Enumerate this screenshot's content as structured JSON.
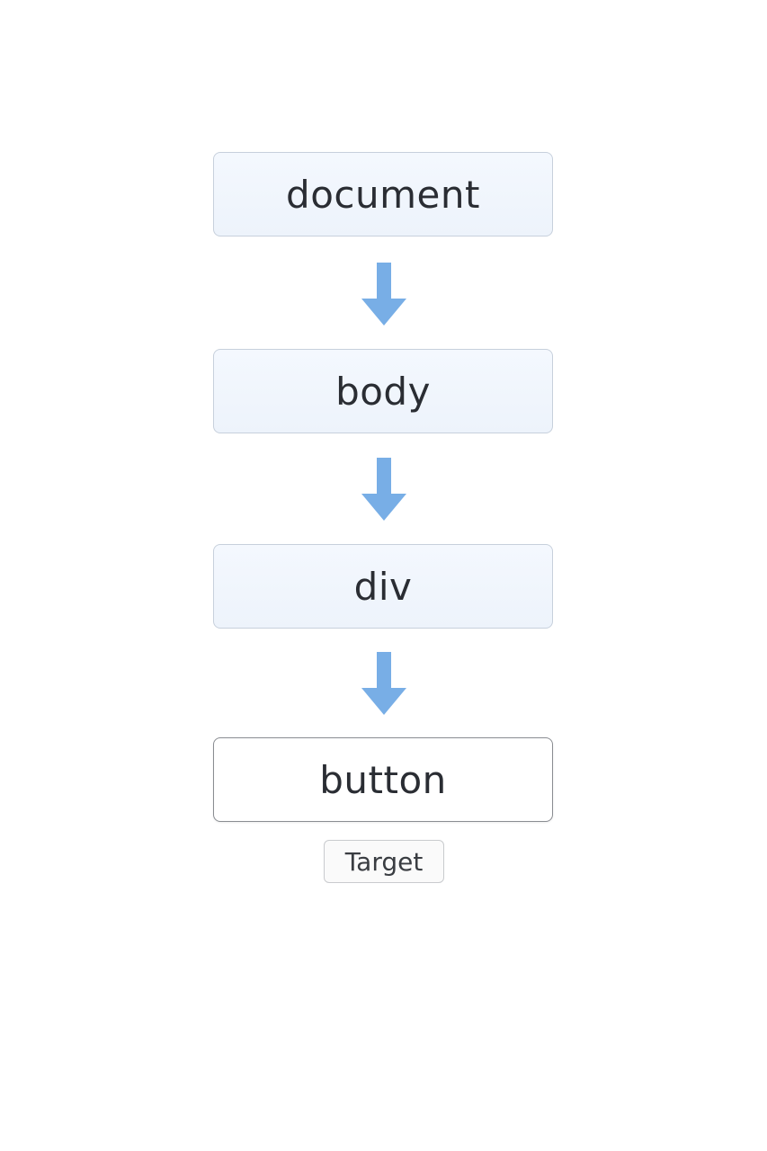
{
  "diagram": {
    "nodes": [
      {
        "id": "document",
        "label": "document"
      },
      {
        "id": "body",
        "label": "body"
      },
      {
        "id": "div",
        "label": "div"
      },
      {
        "id": "button",
        "label": "button"
      }
    ],
    "target_label": "Target",
    "colors": {
      "arrow": "#78aee6",
      "node_fill": "#f1f6fd",
      "node_border": "#c7d0dc",
      "target_border": "#8a8d92",
      "text": "#2a2d33"
    }
  }
}
